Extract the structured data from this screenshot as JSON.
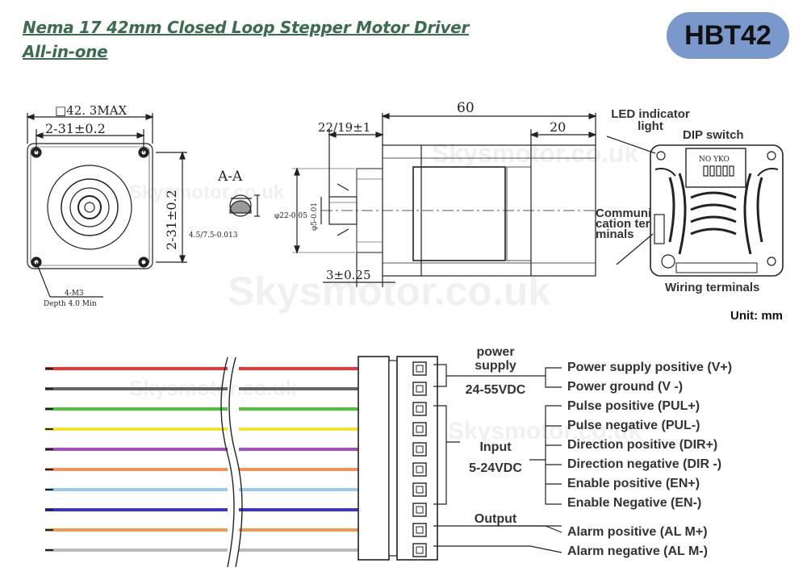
{
  "title_line1": "Nema 17 42mm Closed Loop Stepper Motor Driver",
  "title_line2": "All-in-one",
  "badge": "HBT42",
  "unit": "Unit: mm",
  "watermark": "Skysmotor.co.uk",
  "drawing": {
    "front": {
      "size": "□42. 3MAX",
      "hole_spacing_top": "2-31±0.2",
      "hole_spacing_side": "2-31±0.2",
      "depth": "Depth 4.0 Min",
      "thread": "4-M3"
    },
    "section": {
      "name": "A-A",
      "flat": "4.5/7.5-0.013"
    },
    "side": {
      "length": "60",
      "shaft": "22/19±1",
      "end": "20",
      "boss": "3±0.25",
      "boss_dia": "φ22-0.05",
      "shaft_dia": "φ5-0.01"
    },
    "back": {
      "led": "LED indicator light",
      "dip": "DIP switch",
      "dip_text": "NO YKO",
      "comm": "Communication terminals",
      "wiring": "Wiring terminals"
    }
  },
  "wires": [
    "#e53935",
    "#666666",
    "#55c13a",
    "#f1e234",
    "#a64fbf",
    "#f0935a",
    "#9cc9ea",
    "#3a3aba",
    "#f09a50",
    "#bbbbbb"
  ],
  "groups": {
    "power": {
      "label": "power supply",
      "voltage": "24-55VDC"
    },
    "input": {
      "label": "Input",
      "voltage": "5-24VDC"
    },
    "output": {
      "label": "Output"
    }
  },
  "signals": [
    "Power supply positive (V+)",
    "Power ground (V -)",
    "Pulse positive (PUL+)",
    "Pulse negative (PUL-)",
    "Direction positive (DIR+)",
    "Direction negative (DIR -)",
    "Enable positive (EN+)",
    "Enable Negative (EN-)",
    "Alarm positive (AL M+)",
    "Alarm negative (AL M-)"
  ]
}
